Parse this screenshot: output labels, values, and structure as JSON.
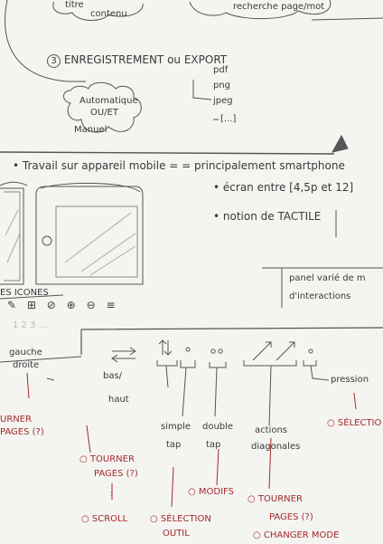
{
  "top": {
    "cloud_left_1": "titre",
    "cloud_left_2": "contenu",
    "cloud_right": "recherche page/mot",
    "section_number": "3",
    "section_title": "ENREGISTREMENT ou EXPORT",
    "cloud_save_1": "Automatique",
    "cloud_save_2": "OU/ET",
    "cloud_save_3": "Manuel",
    "formats": [
      "pdf",
      "png",
      "jpeg",
      "[...]"
    ]
  },
  "mobile": {
    "heading": "Travail sur appareil mobile = = principalement smartphone",
    "bullet_screen": "écran entre [4,5p et 12]",
    "bullet_touch": "notion de TACTILE",
    "panel_note_1": "panel varié de m",
    "panel_note_2": "d'interactions",
    "icons_label": "ES ICONES",
    "icons_overlay": "1 2 3 ...",
    "icon_row": [
      "✎",
      "⊞",
      "⊘",
      "⊕",
      "⊖",
      "≡"
    ]
  },
  "gestures": {
    "gauche_droite_1": "gauche",
    "gauche_droite_2": "droite",
    "bas_haut_1": "bas/",
    "bas_haut_2": "haut",
    "simple_tap_1": "simple",
    "simple_tap_2": "tap",
    "double_tap_1": "double",
    "double_tap_2": "tap",
    "diag_1": "actions",
    "diag_2": "diagonales",
    "pression": "pression"
  },
  "actions": {
    "tourner_left_1": "URNER",
    "tourner_left_2": "PAGES (?)",
    "tourner_mid_1": "TOURNER",
    "tourner_mid_2": "PAGES (?)",
    "colon": ":",
    "scroll": "SCROLL",
    "selection_1": "SÉLECTION",
    "selection_2": "OUTIL",
    "modifs": "MODIFS",
    "tourner_right_1": "TOURNER",
    "tourner_right_2": "PAGES (?)",
    "changer_mode": "CHANGER MODE",
    "selection_right": "SÉLECTIO"
  },
  "colors": {
    "pencil": "#3a3a3a",
    "red_ink": "#a52a2a",
    "paper": "#f4f4f1"
  }
}
